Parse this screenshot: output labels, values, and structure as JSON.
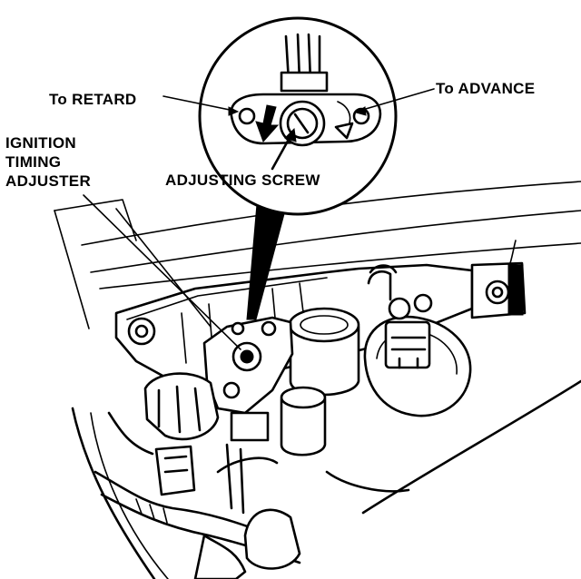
{
  "labels": {
    "retard": "To RETARD",
    "advance": "To ADVANCE",
    "adjusting_screw": "ADJUSTING SCREW",
    "ignition_line1": "IGNITION",
    "ignition_line2": "TIMING",
    "ignition_line3": "ADJUSTER"
  }
}
